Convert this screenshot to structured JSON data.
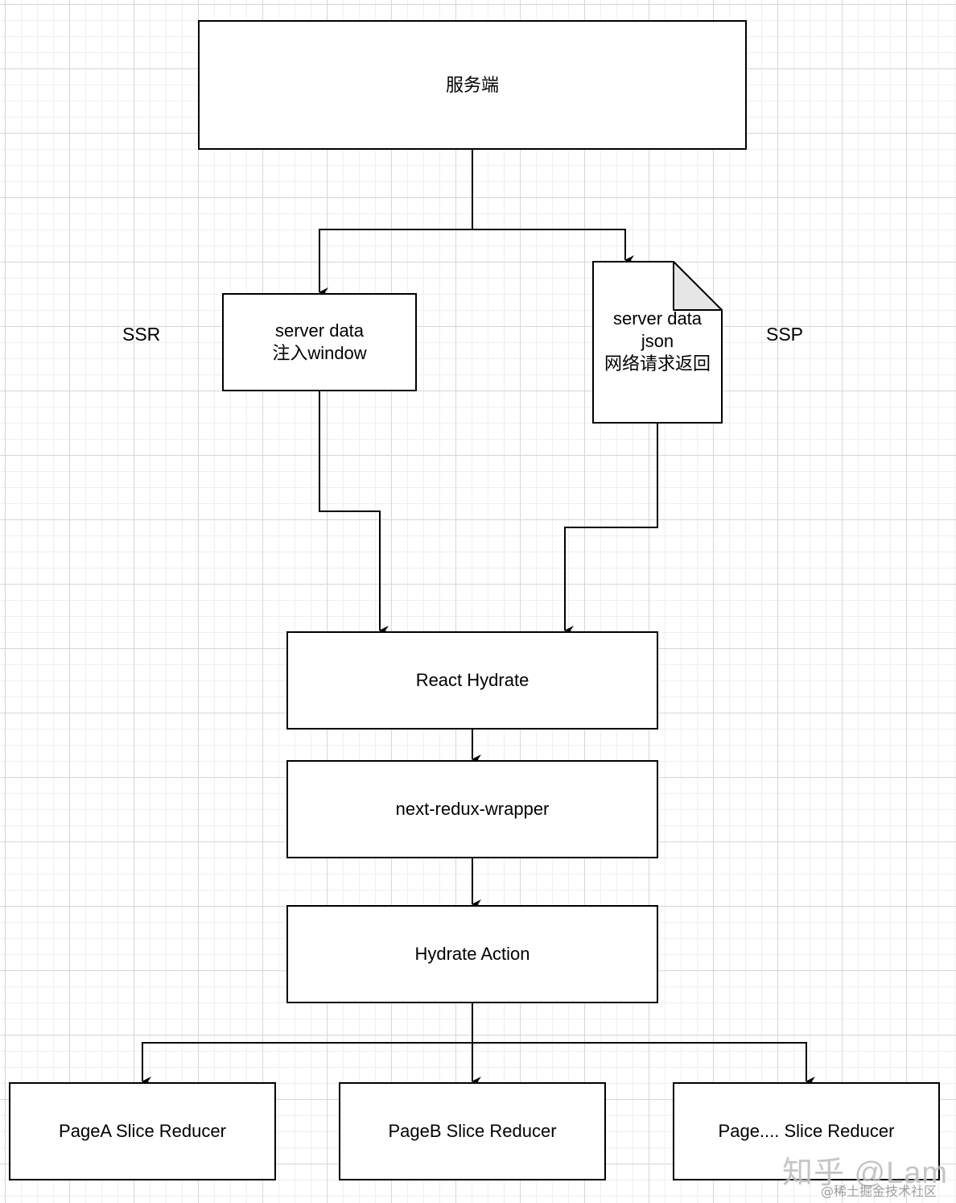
{
  "nodes": {
    "server": "服务端",
    "ssr_data_line1": "server data",
    "ssr_data_line2": "注入window",
    "ssp_doc_line1": "server data",
    "ssp_doc_line2": "json",
    "ssp_doc_line3": "网络请求返回",
    "react_hydrate": "React Hydrate",
    "next_redux_wrapper": "next-redux-wrapper",
    "hydrate_action": "Hydrate Action",
    "page_a": "PageA Slice Reducer",
    "page_b": "PageB Slice Reducer",
    "page_etc": "Page.... Slice Reducer"
  },
  "labels": {
    "ssr": "SSR",
    "ssp": "SSP"
  },
  "watermark": {
    "zhihu": "知乎 @Lam",
    "juejin": "@稀土掘金技术社区"
  },
  "edges": [
    {
      "from": "server",
      "to": "ssr_data"
    },
    {
      "from": "server",
      "to": "ssp_doc"
    },
    {
      "from": "ssr_data",
      "to": "react_hydrate"
    },
    {
      "from": "ssp_doc",
      "to": "react_hydrate"
    },
    {
      "from": "react_hydrate",
      "to": "next_redux_wrapper"
    },
    {
      "from": "next_redux_wrapper",
      "to": "hydrate_action"
    },
    {
      "from": "hydrate_action",
      "to": "page_a"
    },
    {
      "from": "hydrate_action",
      "to": "page_b"
    },
    {
      "from": "hydrate_action",
      "to": "page_etc"
    }
  ]
}
